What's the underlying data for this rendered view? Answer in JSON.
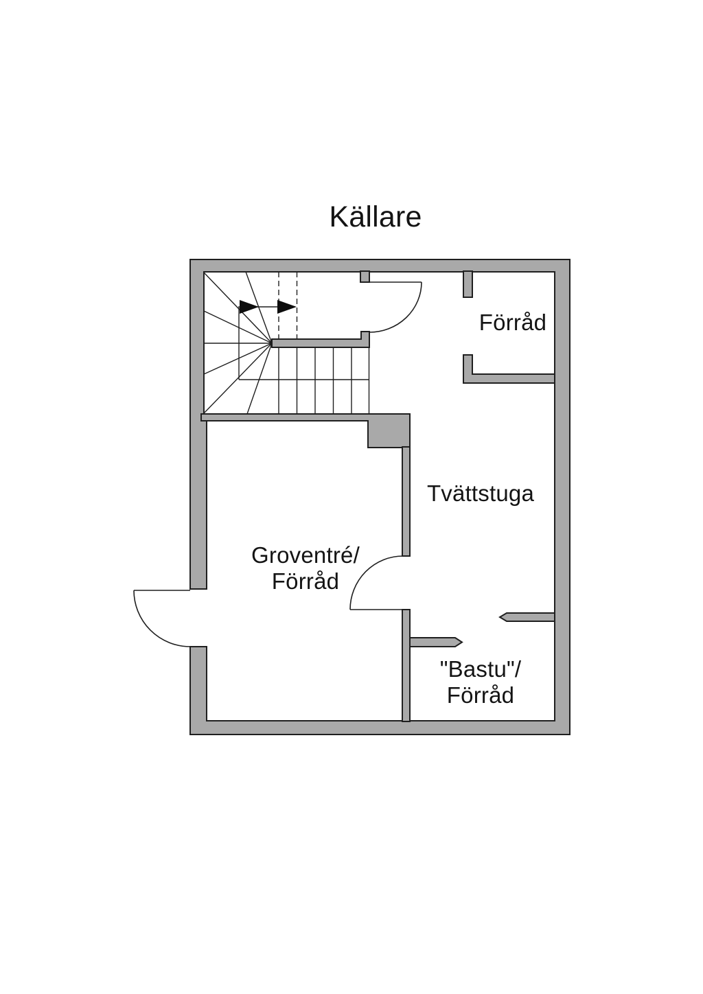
{
  "title": "Källare",
  "rooms": {
    "storage_top": {
      "label": "Förråd"
    },
    "laundry": {
      "label": "Tvättstuga"
    },
    "entry": {
      "line1": "Groventré/",
      "line2": "Förråd"
    },
    "sauna": {
      "line1": "\"Bastu\"/",
      "line2": "Förråd"
    }
  },
  "colors": {
    "wall_fill": "#a9a9a9",
    "outline": "#1f1f1f",
    "text": "#141414",
    "background": "#ffffff"
  }
}
